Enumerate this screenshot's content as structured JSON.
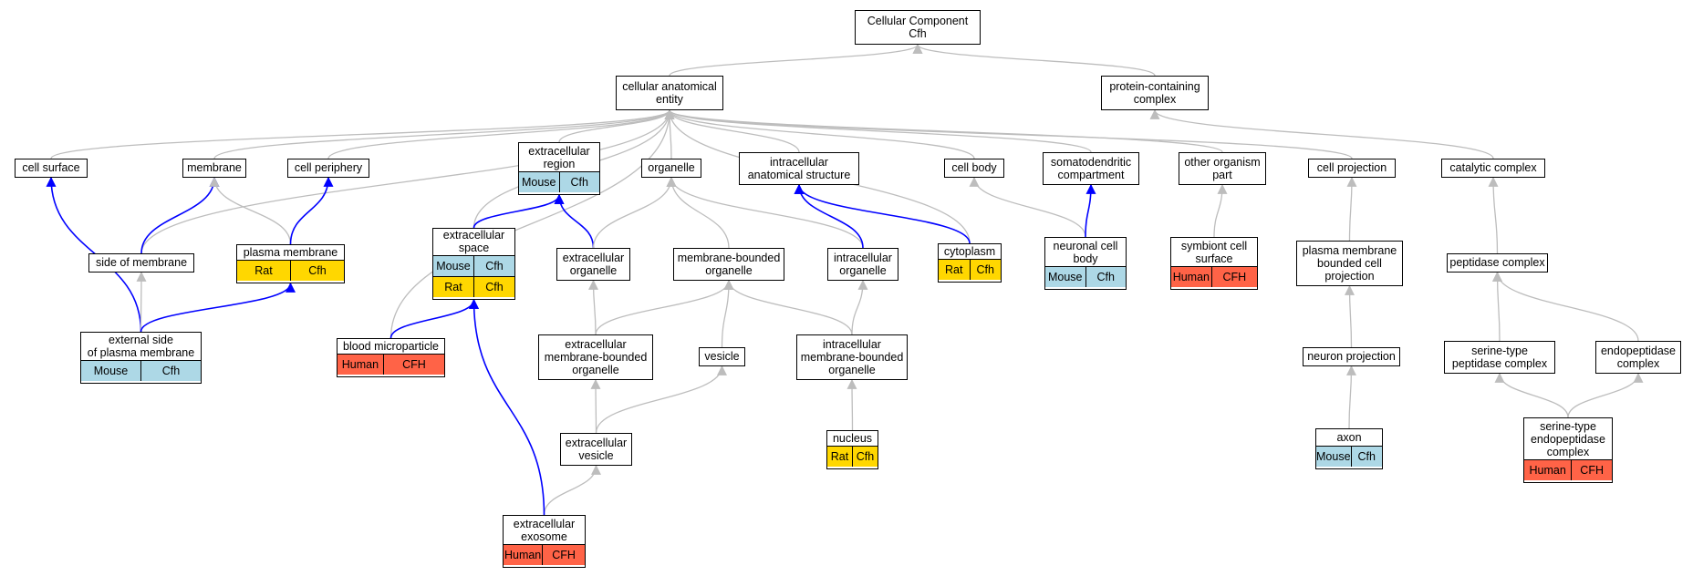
{
  "colors": {
    "Mouse": "#add8e6",
    "Rat": "#ffd700",
    "Human": "#ff6347",
    "grey_edge": "#bdbdbd",
    "blue_edge": "#0000ff"
  },
  "nodes": [
    {
      "id": "cc",
      "label": "Cellular Component\nCfh"
    },
    {
      "id": "cae",
      "label": "cellular anatomical\nentity"
    },
    {
      "id": "pcc",
      "label": "protein-containing\ncomplex"
    },
    {
      "id": "csurf",
      "label": "cell surface"
    },
    {
      "id": "memb",
      "label": "membrane"
    },
    {
      "id": "cper",
      "label": "cell periphery"
    },
    {
      "id": "exreg",
      "label": "extracellular\nregion",
      "rows": [
        [
          "Mouse",
          "Cfh"
        ]
      ]
    },
    {
      "id": "orgn",
      "label": "organelle"
    },
    {
      "id": "ias",
      "label": "intracellular\nanatomical structure"
    },
    {
      "id": "cbody",
      "label": "cell body"
    },
    {
      "id": "somato",
      "label": "somatodendritic\ncompartment"
    },
    {
      "id": "oop",
      "label": "other organism\npart"
    },
    {
      "id": "cproj",
      "label": "cell projection"
    },
    {
      "id": "catc",
      "label": "catalytic complex"
    },
    {
      "id": "som",
      "label": "side of membrane"
    },
    {
      "id": "pm",
      "label": "plasma membrane",
      "rows": [
        [
          "Rat",
          "Cfh"
        ]
      ]
    },
    {
      "id": "exsp",
      "label": "extracellular\nspace",
      "rows": [
        [
          "Mouse",
          "Cfh"
        ],
        [
          "Rat",
          "Cfh"
        ]
      ]
    },
    {
      "id": "exorg",
      "label": "extracellular\norganelle"
    },
    {
      "id": "mbo",
      "label": "membrane-bounded\norganelle"
    },
    {
      "id": "iorg",
      "label": "intracellular\norganelle"
    },
    {
      "id": "cyto",
      "label": "cytoplasm",
      "rows": [
        [
          "Rat",
          "Cfh"
        ]
      ]
    },
    {
      "id": "ncb",
      "label": "neuronal cell\nbody",
      "rows": [
        [
          "Mouse",
          "Cfh"
        ]
      ]
    },
    {
      "id": "scs",
      "label": "symbiont cell\nsurface",
      "rows": [
        [
          "Human",
          "CFH"
        ]
      ]
    },
    {
      "id": "pmbcp",
      "label": "plasma membrane\nbounded cell\nprojection"
    },
    {
      "id": "pepc",
      "label": "peptidase complex"
    },
    {
      "id": "espm",
      "label": "external side\nof plasma membrane",
      "rows": [
        [
          "Mouse",
          "Cfh"
        ]
      ]
    },
    {
      "id": "bmp",
      "label": "blood microparticle",
      "rows": [
        [
          "Human",
          "CFH"
        ]
      ]
    },
    {
      "id": "exmbo",
      "label": "extracellular\nmembrane-bounded\norganelle"
    },
    {
      "id": "vesicle",
      "label": "vesicle"
    },
    {
      "id": "imbo",
      "label": "intracellular\nmembrane-bounded\norganelle"
    },
    {
      "id": "nproj",
      "label": "neuron projection"
    },
    {
      "id": "stpc",
      "label": "serine-type\npeptidase complex"
    },
    {
      "id": "endo",
      "label": "endopeptidase\ncomplex"
    },
    {
      "id": "exves",
      "label": "extracellular\nvesicle"
    },
    {
      "id": "nucleus",
      "label": "nucleus",
      "rows": [
        [
          "Rat",
          "Cfh"
        ]
      ]
    },
    {
      "id": "axon",
      "label": "axon",
      "rows": [
        [
          "Mouse",
          "Cfh"
        ]
      ]
    },
    {
      "id": "stepc",
      "label": "serine-type\nendopeptidase\ncomplex",
      "rows": [
        [
          "Human",
          "CFH"
        ]
      ]
    },
    {
      "id": "exo",
      "label": "extracellular\nexosome",
      "rows": [
        [
          "Human",
          "CFH"
        ]
      ]
    }
  ],
  "edges": [
    {
      "from": "cae",
      "to": "cc",
      "color": "grey"
    },
    {
      "from": "pcc",
      "to": "cc",
      "color": "grey"
    },
    {
      "from": "csurf",
      "to": "cae",
      "color": "grey"
    },
    {
      "from": "memb",
      "to": "cae",
      "color": "grey"
    },
    {
      "from": "cper",
      "to": "cae",
      "color": "grey"
    },
    {
      "from": "exreg",
      "to": "cae",
      "color": "grey"
    },
    {
      "from": "orgn",
      "to": "cae",
      "color": "grey"
    },
    {
      "from": "ias",
      "to": "cae",
      "color": "grey"
    },
    {
      "from": "cbody",
      "to": "cae",
      "color": "grey"
    },
    {
      "from": "somato",
      "to": "cae",
      "color": "grey"
    },
    {
      "from": "oop",
      "to": "cae",
      "color": "grey"
    },
    {
      "from": "cproj",
      "to": "cae",
      "color": "grey"
    },
    {
      "from": "som",
      "to": "cae",
      "color": "grey"
    },
    {
      "from": "exsp",
      "to": "cae",
      "color": "grey"
    },
    {
      "from": "bmp",
      "to": "cae",
      "color": "grey"
    },
    {
      "from": "cyto",
      "to": "cae",
      "color": "grey"
    },
    {
      "from": "catc",
      "to": "pcc",
      "color": "grey"
    },
    {
      "from": "som",
      "to": "memb",
      "color": "blue"
    },
    {
      "from": "pm",
      "to": "memb",
      "color": "grey"
    },
    {
      "from": "pm",
      "to": "cper",
      "color": "blue"
    },
    {
      "from": "exsp",
      "to": "exreg",
      "color": "blue"
    },
    {
      "from": "exorg",
      "to": "exreg",
      "color": "blue"
    },
    {
      "from": "exorg",
      "to": "orgn",
      "color": "grey"
    },
    {
      "from": "mbo",
      "to": "orgn",
      "color": "grey"
    },
    {
      "from": "iorg",
      "to": "orgn",
      "color": "grey"
    },
    {
      "from": "iorg",
      "to": "ias",
      "color": "blue"
    },
    {
      "from": "cyto",
      "to": "ias",
      "color": "blue"
    },
    {
      "from": "ncb",
      "to": "cbody",
      "color": "grey"
    },
    {
      "from": "ncb",
      "to": "somato",
      "color": "blue"
    },
    {
      "from": "scs",
      "to": "oop",
      "color": "grey"
    },
    {
      "from": "pmbcp",
      "to": "cproj",
      "color": "grey"
    },
    {
      "from": "pepc",
      "to": "catc",
      "color": "grey"
    },
    {
      "from": "espm",
      "to": "csurf",
      "color": "blue"
    },
    {
      "from": "espm",
      "to": "som",
      "color": "grey"
    },
    {
      "from": "espm",
      "to": "pm",
      "color": "blue"
    },
    {
      "from": "bmp",
      "to": "exsp",
      "color": "blue"
    },
    {
      "from": "exmbo",
      "to": "exorg",
      "color": "grey"
    },
    {
      "from": "exmbo",
      "to": "mbo",
      "color": "grey"
    },
    {
      "from": "vesicle",
      "to": "mbo",
      "color": "grey"
    },
    {
      "from": "imbo",
      "to": "mbo",
      "color": "grey"
    },
    {
      "from": "imbo",
      "to": "iorg",
      "color": "grey"
    },
    {
      "from": "exves",
      "to": "exmbo",
      "color": "grey"
    },
    {
      "from": "exves",
      "to": "vesicle",
      "color": "grey"
    },
    {
      "from": "nucleus",
      "to": "imbo",
      "color": "grey"
    },
    {
      "from": "nproj",
      "to": "pmbcp",
      "color": "grey"
    },
    {
      "from": "axon",
      "to": "nproj",
      "color": "grey"
    },
    {
      "from": "stpc",
      "to": "pepc",
      "color": "grey"
    },
    {
      "from": "endo",
      "to": "pepc",
      "color": "grey"
    },
    {
      "from": "stepc",
      "to": "stpc",
      "color": "grey"
    },
    {
      "from": "stepc",
      "to": "endo",
      "color": "grey"
    },
    {
      "from": "exo",
      "to": "exves",
      "color": "grey"
    },
    {
      "from": "exo",
      "to": "exsp",
      "color": "blue"
    }
  ]
}
